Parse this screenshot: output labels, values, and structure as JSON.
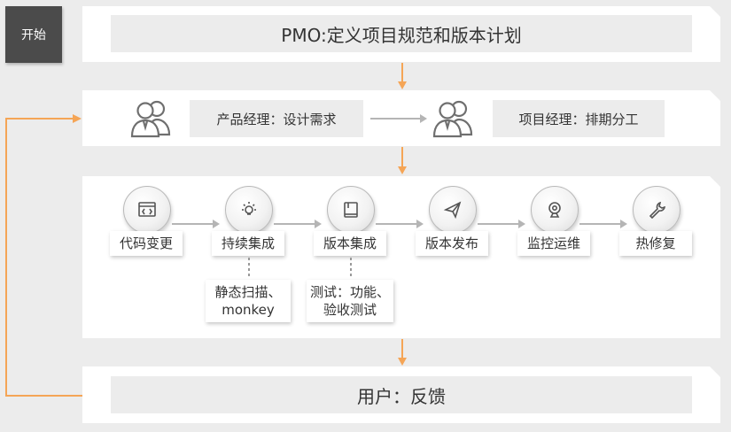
{
  "start_label": "开始",
  "stage_pmo": "PMO:定义项目规范和版本计划",
  "roles": {
    "product_manager": "产品经理：设计需求",
    "project_manager": "项目经理：排期分工"
  },
  "pipeline": [
    {
      "label": "代码变更",
      "icon": "code-window-icon"
    },
    {
      "label": "持续集成",
      "icon": "lightbulb-icon"
    },
    {
      "label": "版本集成",
      "icon": "book-icon"
    },
    {
      "label": "版本发布",
      "icon": "paper-plane-icon"
    },
    {
      "label": "监控运维",
      "icon": "webcam-icon"
    },
    {
      "label": "热修复",
      "icon": "wrench-icon"
    }
  ],
  "notes": {
    "ci_line1": "静态扫描、",
    "ci_line2": "monkey",
    "integration_line1": "测试：功能、",
    "integration_line2": "验收测试"
  },
  "stage_feedback": "用户：反馈",
  "colors": {
    "accent_arrow": "#f5a556",
    "gray_arrow": "#b5b5b5",
    "start_box": "#4b4b4b",
    "panel": "#ffffff",
    "background": "#ececec"
  }
}
